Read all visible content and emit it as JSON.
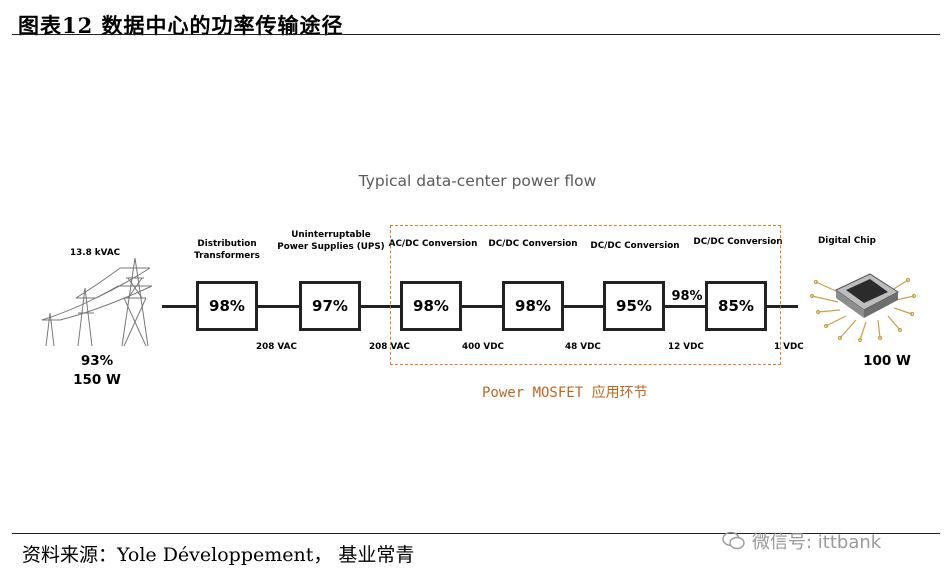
{
  "figure": {
    "title": "图表12 数据中心的功率传输途径",
    "diagram_title": "Typical data-center power flow",
    "source": "资料来源：Yole Développement，  基业常青",
    "watermark": "微信号: ittbank"
  },
  "input": {
    "voltage": "13.8 kVAC",
    "efficiency": "93%",
    "power": "150 W"
  },
  "stages": [
    {
      "label": "Distribution Transformers",
      "efficiency": "98%"
    },
    {
      "label": "Uninterruptable Power Supplies (UPS)",
      "efficiency": "97%"
    },
    {
      "label": "AC/DC Conversion",
      "efficiency": "98%"
    },
    {
      "label": "DC/DC Conversion",
      "efficiency": "98%"
    },
    {
      "label": "DC/DC Conversion",
      "efficiency": "95%"
    },
    {
      "label": "DC/DC Conversion",
      "efficiency": "85%"
    }
  ],
  "voltages": [
    "208 VAC",
    "208 VAC",
    "400 VDC",
    "48 VDC",
    "12 VDC",
    "1 VDC"
  ],
  "interstage_efficiency": "98%",
  "output": {
    "label": "Digital Chip",
    "power": "100 W"
  },
  "highlight": {
    "label": "Power MOSFET 应用环节",
    "color": "#e07a2a"
  }
}
